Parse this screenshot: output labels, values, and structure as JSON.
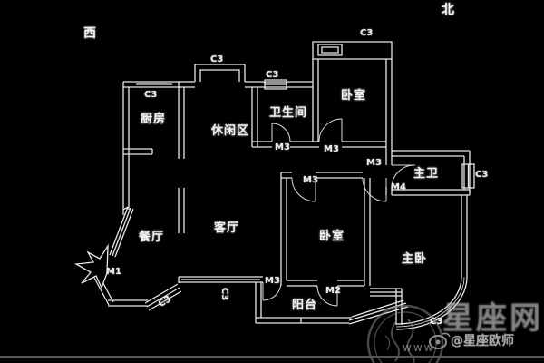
{
  "compass": {
    "north": "北",
    "west": "西"
  },
  "rooms": {
    "kitchen": "厨房",
    "leisure": "休闲区",
    "bathroom": "卫生间",
    "bedroom_top": "卧室",
    "master_bath": "主卫",
    "dining": "餐厅",
    "living": "客厅",
    "bedroom_mid": "卧室",
    "master_bedroom": "主卧",
    "balcony": "阳台"
  },
  "windows": {
    "label": "C3"
  },
  "doors": {
    "m1": "M1",
    "m2": "M2",
    "m3": "M3",
    "m4": "M4"
  },
  "watermark": {
    "site": "星座网",
    "www": "www",
    "weibo_handle": "@星座欧师"
  },
  "colors": {
    "background": "#000000",
    "line": "#e8e8e8",
    "text": "#f2f2f2",
    "watermark_gray": "#9a9a9a"
  }
}
